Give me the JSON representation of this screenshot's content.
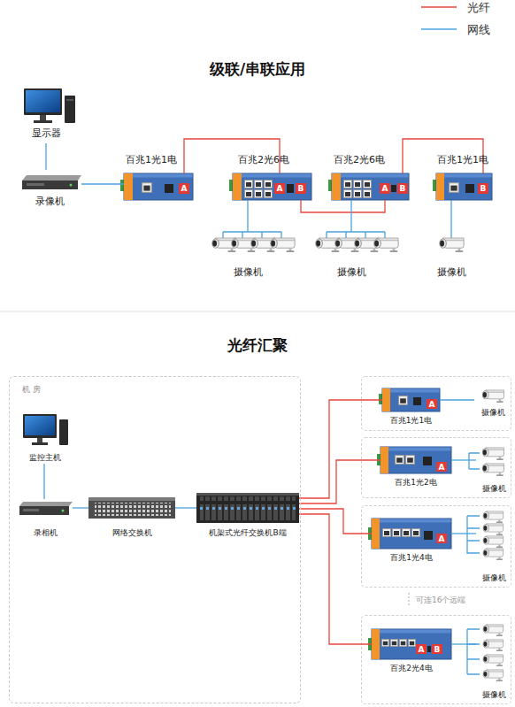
{
  "diagram": {
    "title": "级联/串联应用",
    "nodes": [
      {
        "text": [
          "显示器"
        ]
      },
      {
        "text": [
          "录像机"
        ]
      },
      {
        "text": [
          "百兆1光1电",
          "A"
        ]
      },
      {
        "text": [
          "百兆2光6电",
          "A",
          "B"
        ]
      },
      {
        "text": [
          "百兆2光6电",
          "A",
          "B"
        ]
      },
      {
        "text": [
          "百兆1光1电",
          "B"
        ]
      },
      {
        "text": [
          "摄像机"
        ]
      },
      {
        "text": [
          "摄像机"
        ]
      },
      {
        "text": [
          "摄像机"
        ]
      },
      {
        "text": [
          "机 房"
        ]
      },
      {
        "text": [
          "监控主机"
        ],
        "in": 9
      },
      {
        "text": [
          "录相机"
        ],
        "in": 9
      },
      {
        "text": [
          "网络交换机"
        ],
        "in": 9
      },
      {
        "text": [
          "机架式光纤交换机B端"
        ],
        "in": 9
      },
      {
        "text": [
          "百兆1光1电",
          "A"
        ]
      },
      {
        "text": [
          "摄像机"
        ]
      },
      {
        "text": [
          "百兆1光2电",
          "A"
        ]
      },
      {
        "text": [
          "摄像机"
        ]
      },
      {
        "text": [
          "百兆1光4电",
          "A"
        ]
      },
      {
        "text": [
          "摄像机"
        ]
      },
      {
        "text": [
          "百兆2光4电",
          "A",
          "B"
        ]
      },
      {
        "text": [
          "摄像机"
        ]
      }
    ],
    "edges": [
      {
        "from": 0,
        "to": 1,
        "arrow": "none"
      },
      {
        "from": 1,
        "to": 2,
        "arrow": "none"
      },
      {
        "from": 2,
        "to": 3,
        "arrow": "none"
      },
      {
        "from": 3,
        "to": 4,
        "arrow": "none"
      },
      {
        "from": 4,
        "to": 5,
        "arrow": "none"
      },
      {
        "from": 3,
        "to": 6,
        "arrow": "none"
      },
      {
        "from": 4,
        "to": 7,
        "arrow": "none"
      },
      {
        "from": 5,
        "to": 8,
        "arrow": "none"
      },
      {
        "from": 10,
        "to": 11,
        "arrow": "none"
      },
      {
        "from": 11,
        "to": 12,
        "arrow": "none"
      },
      {
        "from": 12,
        "to": 13,
        "arrow": "none"
      },
      {
        "from": 13,
        "to": 14,
        "arrow": "none"
      },
      {
        "from": 13,
        "to": 16,
        "arrow": "none"
      },
      {
        "from": 13,
        "to": 18,
        "arrow": "none"
      },
      {
        "from": 13,
        "to": 20,
        "arrow": "none"
      },
      {
        "from": 14,
        "to": 15,
        "arrow": "none"
      },
      {
        "from": 16,
        "to": 17,
        "arrow": "none"
      },
      {
        "from": 18,
        "to": 19,
        "arrow": "none"
      },
      {
        "from": 20,
        "to": 21,
        "arrow": "none"
      }
    ],
    "labels": [
      "光纤汇聚",
      "可连16个远端"
    ],
    "legend": [
      {
        "text": "光纤"
      },
      {
        "text": "网线"
      }
    ]
  }
}
